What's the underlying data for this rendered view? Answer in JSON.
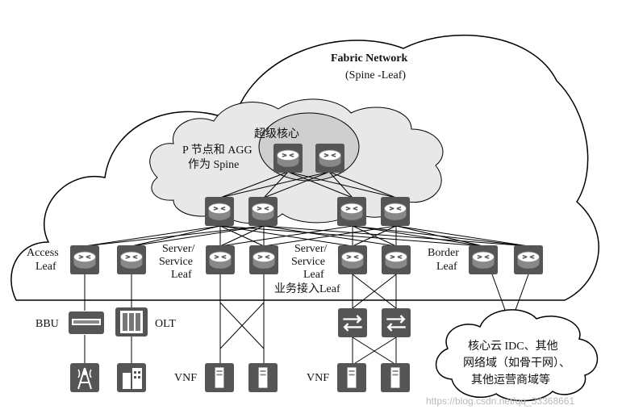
{
  "fabric": {
    "title": "Fabric Network",
    "subtitle": "(Spine -Leaf)"
  },
  "spine_cloud": {
    "label_line1": "P 节点和 AGG",
    "label_line2": "作为 Spine"
  },
  "super_core": {
    "label": "超级核心"
  },
  "leaf_labels": {
    "access": [
      "Access",
      "Leaf"
    ],
    "server_left": [
      "Server/",
      "Service",
      "Leaf"
    ],
    "server_right": [
      "Server/",
      "Service",
      "Leaf"
    ],
    "border": [
      "Border",
      "Leaf"
    ]
  },
  "business_access": "业务接入Leaf",
  "endpoints": {
    "bbu": "BBU",
    "olt": "OLT",
    "vnf_left": "VNF",
    "vnf_right": "VNF"
  },
  "external_cloud": {
    "line1": "核心云 IDC、其他",
    "line2": "网络域（如骨干网）、",
    "line3": "其他运营商域等"
  },
  "watermark": "https://blog.csdn.net/qq_33368661",
  "colors": {
    "device": "#555555",
    "device_dark": "#333333",
    "line": "#000000",
    "cloud_fill": "#e8e8e8",
    "core_fill": "#cfcfcf"
  },
  "icons": {
    "router": "router-icon",
    "switch": "switch-icon",
    "server": "server-icon",
    "antenna": "cell-tower-icon",
    "building": "building-icon"
  }
}
